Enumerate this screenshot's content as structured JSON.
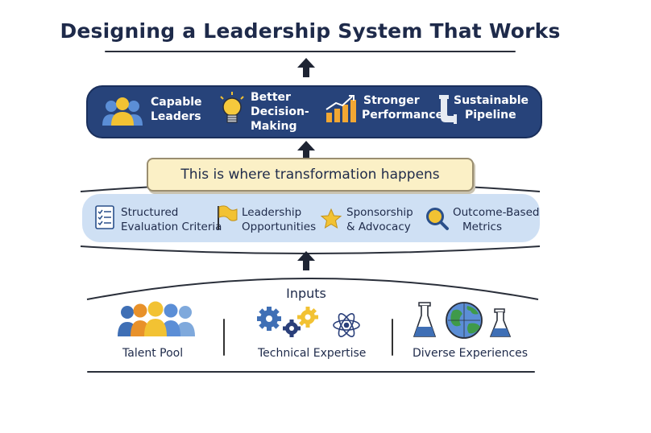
{
  "title": "Designing a Leadership System That Works",
  "outcomes": [
    {
      "label_lines": [
        "Capable",
        "Leaders"
      ],
      "icon": "people-icon"
    },
    {
      "label_lines": [
        "Better",
        "Decision-",
        "Making"
      ],
      "icon": "lightbulb-icon"
    },
    {
      "label_lines": [
        "Stronger",
        "Performance"
      ],
      "icon": "rising-bar-chart-icon"
    },
    {
      "label_lines": [
        "Sustainable",
        "Pipeline"
      ],
      "icon": "pipe-icon"
    }
  ],
  "banner": "This is where transformation happens",
  "mechanisms": [
    {
      "label_lines": [
        "Structured",
        "Evaluation Criteria"
      ],
      "icon": "checklist-icon"
    },
    {
      "label_lines": [
        "Leadership",
        "Opportunities"
      ],
      "icon": "flag-icon"
    },
    {
      "label_lines": [
        "Sponsorship",
        "& Advocacy"
      ],
      "icon": "star-icon"
    },
    {
      "label_lines": [
        "Outcome-Based",
        "Metrics"
      ],
      "icon": "magnifier-icon"
    }
  ],
  "inputs": {
    "title": "Inputs",
    "items": [
      {
        "label": "Talent Pool",
        "icon": "group-people-icon"
      },
      {
        "label": "Technical Expertise",
        "icon": "gears-atom-icon"
      },
      {
        "label": "Diverse Experiences",
        "icon": "flasks-globe-icon"
      }
    ]
  },
  "colors": {
    "navy": "#27437a",
    "light_blue": "#cfe0f4",
    "banner_yellow": "#fbf0c6",
    "accent_yellow": "#f2c233",
    "accent_orange": "#e8912a",
    "accent_blue": "#3f6fb5"
  }
}
